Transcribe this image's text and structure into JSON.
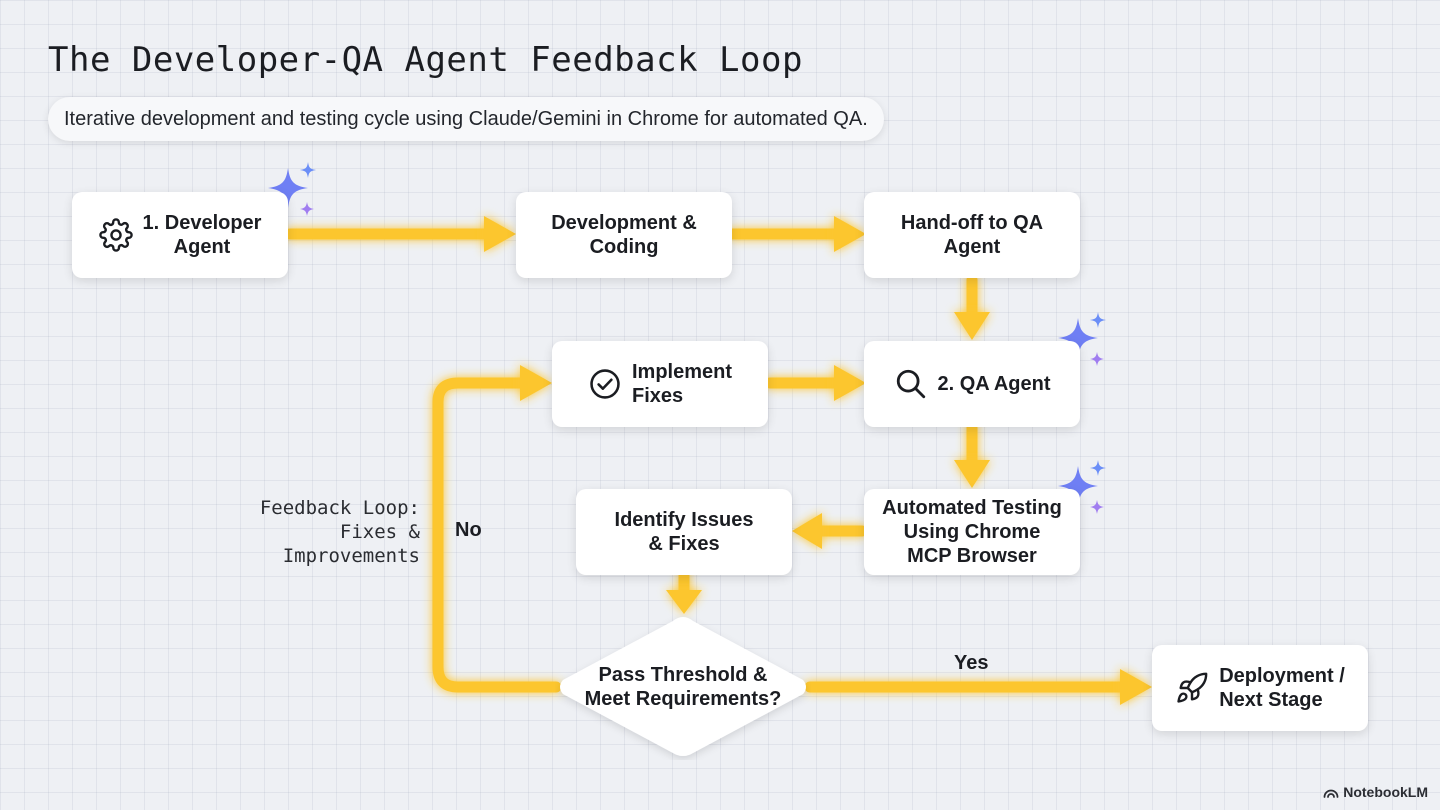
{
  "title": "The Developer-QA Agent Feedback Loop",
  "subtitle": "Iterative development and testing cycle using Claude/Gemini in Chrome for automated QA.",
  "colors": {
    "arrow": "#fcc62f",
    "arrow_glow": "#ffe27a",
    "sparkle_blue": "#5b7cf5",
    "sparkle_purple": "#9b6ff2",
    "node_bg": "#ffffff"
  },
  "nodes": {
    "developer_agent": {
      "line1": "1. Developer",
      "line2": "Agent",
      "icon": "gear-icon"
    },
    "development_coding": {
      "line1": "Development &",
      "line2": "Coding"
    },
    "handoff_qa": {
      "line1": "Hand-off to QA",
      "line2": "Agent"
    },
    "qa_agent": {
      "line1": "2. QA Agent",
      "icon": "search-icon"
    },
    "implement_fixes": {
      "line1": "Implement",
      "line2": "Fixes",
      "icon": "check-circle-icon"
    },
    "automated_testing": {
      "line1": "Automated Testing",
      "line2": "Using Chrome",
      "line3": "MCP Browser"
    },
    "identify_issues": {
      "line1": "Identify Issues",
      "line2": "& Fixes"
    },
    "decision": {
      "line1": "Pass Threshold &",
      "line2": "Meet Requirements?"
    },
    "deployment": {
      "line1": "Deployment /",
      "line2": "Next Stage",
      "icon": "rocket-icon"
    }
  },
  "feedback_note": {
    "line1": "Feedback Loop:",
    "line2": "Fixes &",
    "line3": "Improvements"
  },
  "edge_labels": {
    "no": "No",
    "yes": "Yes"
  },
  "branding": {
    "name": "NotebookLM",
    "icon": "notebooklm-logo-icon"
  }
}
